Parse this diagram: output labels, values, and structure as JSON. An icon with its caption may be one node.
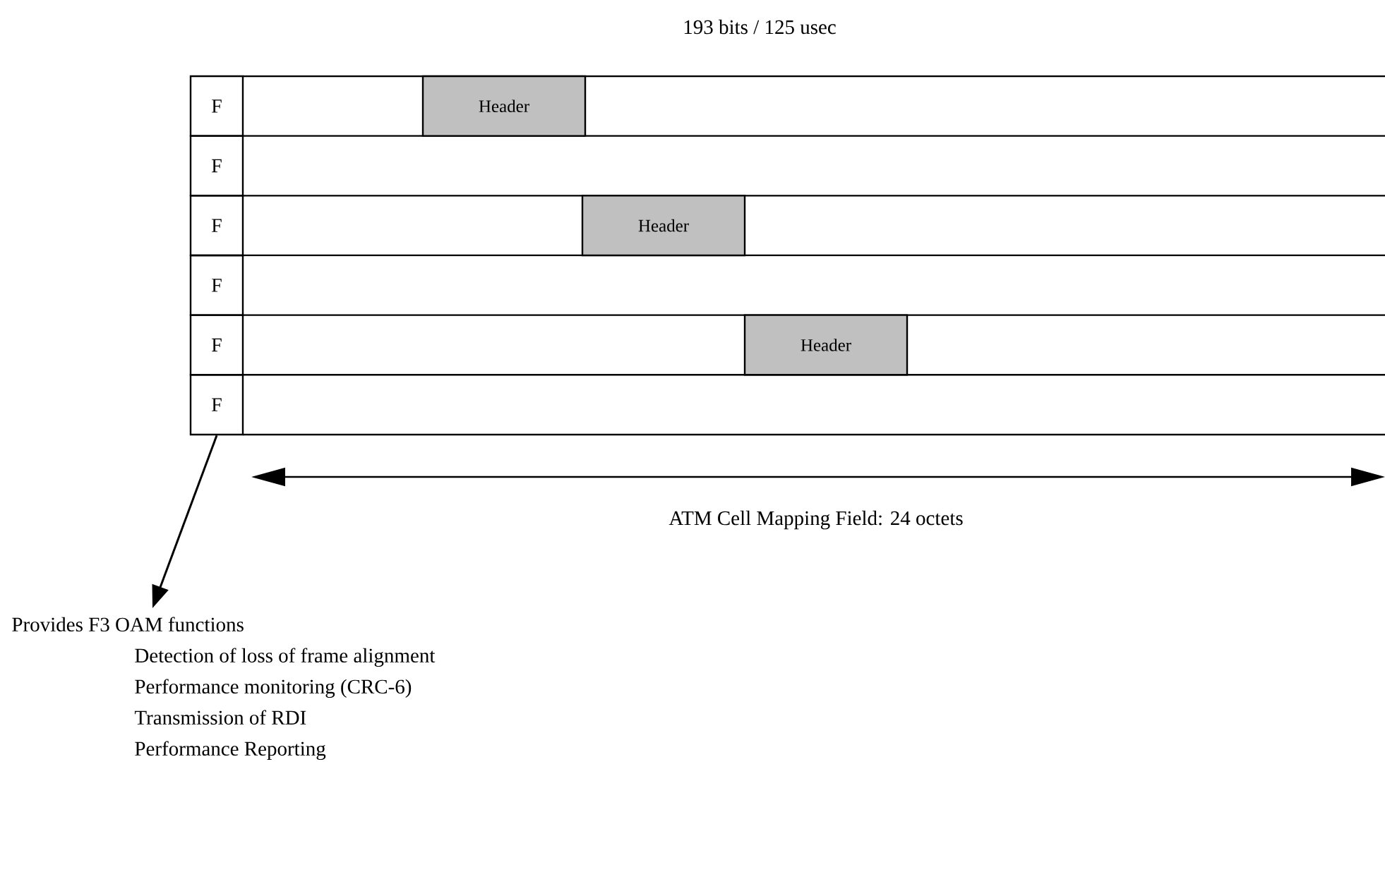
{
  "diagram": {
    "nodes": [
      {
        "text": [
          "F"
        ]
      },
      {
        "text": [
          "F"
        ]
      },
      {
        "text": [
          "F"
        ]
      },
      {
        "text": [
          "F"
        ]
      },
      {
        "text": [
          "F"
        ]
      },
      {
        "text": [
          "F"
        ]
      },
      {
        "text": [
          "Header"
        ]
      },
      {
        "text": [
          "Header"
        ]
      },
      {
        "text": [
          "Header"
        ]
      },
      {
        "text": [
          "Provides F3 OAM functions",
          "Detection of loss of frame alignment",
          "Performance monitoring (CRC-6)",
          "Transmission of RDI",
          "Performance Reporting"
        ]
      }
    ],
    "edges": [
      {
        "from": 5,
        "to": 9,
        "arrow": "to"
      }
    ],
    "labels": [
      "193 bits / 125 usec",
      "ATM Cell Mapping Field: 24 octets"
    ]
  }
}
